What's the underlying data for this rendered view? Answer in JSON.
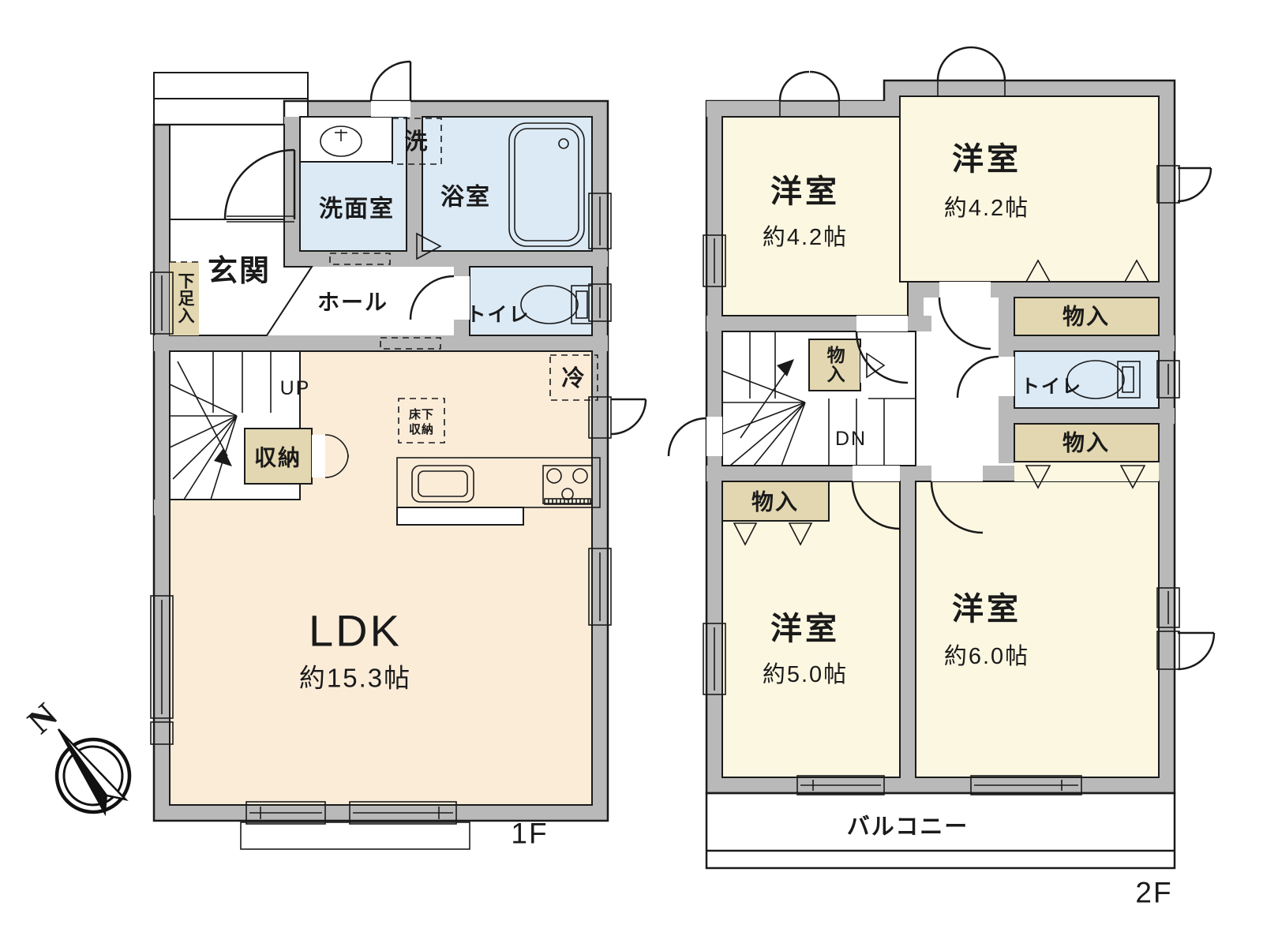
{
  "compass": {
    "north": "N"
  },
  "floor1": {
    "label": "1F",
    "entrance": "玄関",
    "shoe_storage": "下足入",
    "washroom": "洗面室",
    "washer": "洗",
    "bathroom": "浴室",
    "hall": "ホール",
    "toilet": "トイレ",
    "refrigerator": "冷",
    "underfloor_storage_line1": "床下",
    "underfloor_storage_line2": "収納",
    "storage": "収納",
    "stairs": "UP",
    "ldk": {
      "name": "LDK",
      "area": "約15.3帖"
    }
  },
  "floor2": {
    "label": "2F",
    "rooms": [
      {
        "name": "洋室",
        "area": "約4.2帖"
      },
      {
        "name": "洋室",
        "area": "約4.2帖"
      },
      {
        "name": "洋室",
        "area": "約5.0帖"
      },
      {
        "name": "洋室",
        "area": "約6.0帖"
      }
    ],
    "closets": [
      "物入",
      "物入",
      "物入",
      "物入"
    ],
    "toilet": "トイレ",
    "stairs": "DN",
    "balcony": "バルコニー"
  },
  "colors": {
    "wall": "#b9b9b9",
    "ldk_floor": "#fbecd8",
    "bedroom_floor": "#fbf7e1",
    "wet_area_floor": "#dceaf5",
    "closet_fill": "#e2d7b0"
  }
}
